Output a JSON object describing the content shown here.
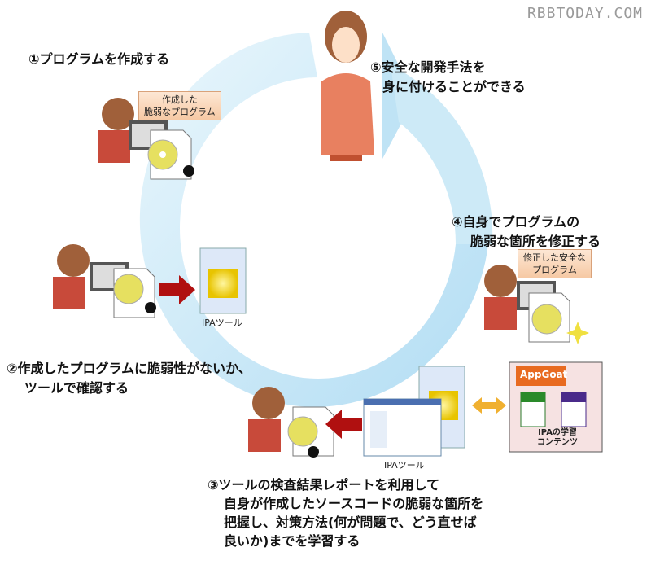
{
  "watermark": "RBBTODAY.COM",
  "steps": {
    "s1": {
      "title": "①プログラムを作成する",
      "bubble": [
        "作成した",
        "脆弱なプログラム"
      ]
    },
    "s2": {
      "lines": [
        "②作成したプログラムに脆弱性がないか、",
        "ツールで確認する"
      ],
      "tool_label": "IPAツール"
    },
    "s3": {
      "lines": [
        "③ツールの検査結果レポートを利用して",
        "自身が作成したソースコードの脆弱な箇所を",
        "把握し、対策方法(何が問題で、どう直せば",
        "良いか)までを学習する"
      ],
      "tool_label": "IPAツール"
    },
    "s4": {
      "lines": [
        "④自身でプログラムの",
        "脆弱な箇所を修正する"
      ],
      "bubble": [
        "修正した安全な",
        "プログラム"
      ]
    },
    "s5": {
      "lines": [
        "⑤安全な開発手法を",
        "身に付けることができる"
      ]
    }
  },
  "content_box": {
    "logo": "AppGoat",
    "caption": [
      "IPAの学習",
      "コンテンツ"
    ]
  },
  "colors": {
    "cycle": "#bfe3f5",
    "arrow_red": "#b01010",
    "arrow_orange": "#f0b030"
  }
}
